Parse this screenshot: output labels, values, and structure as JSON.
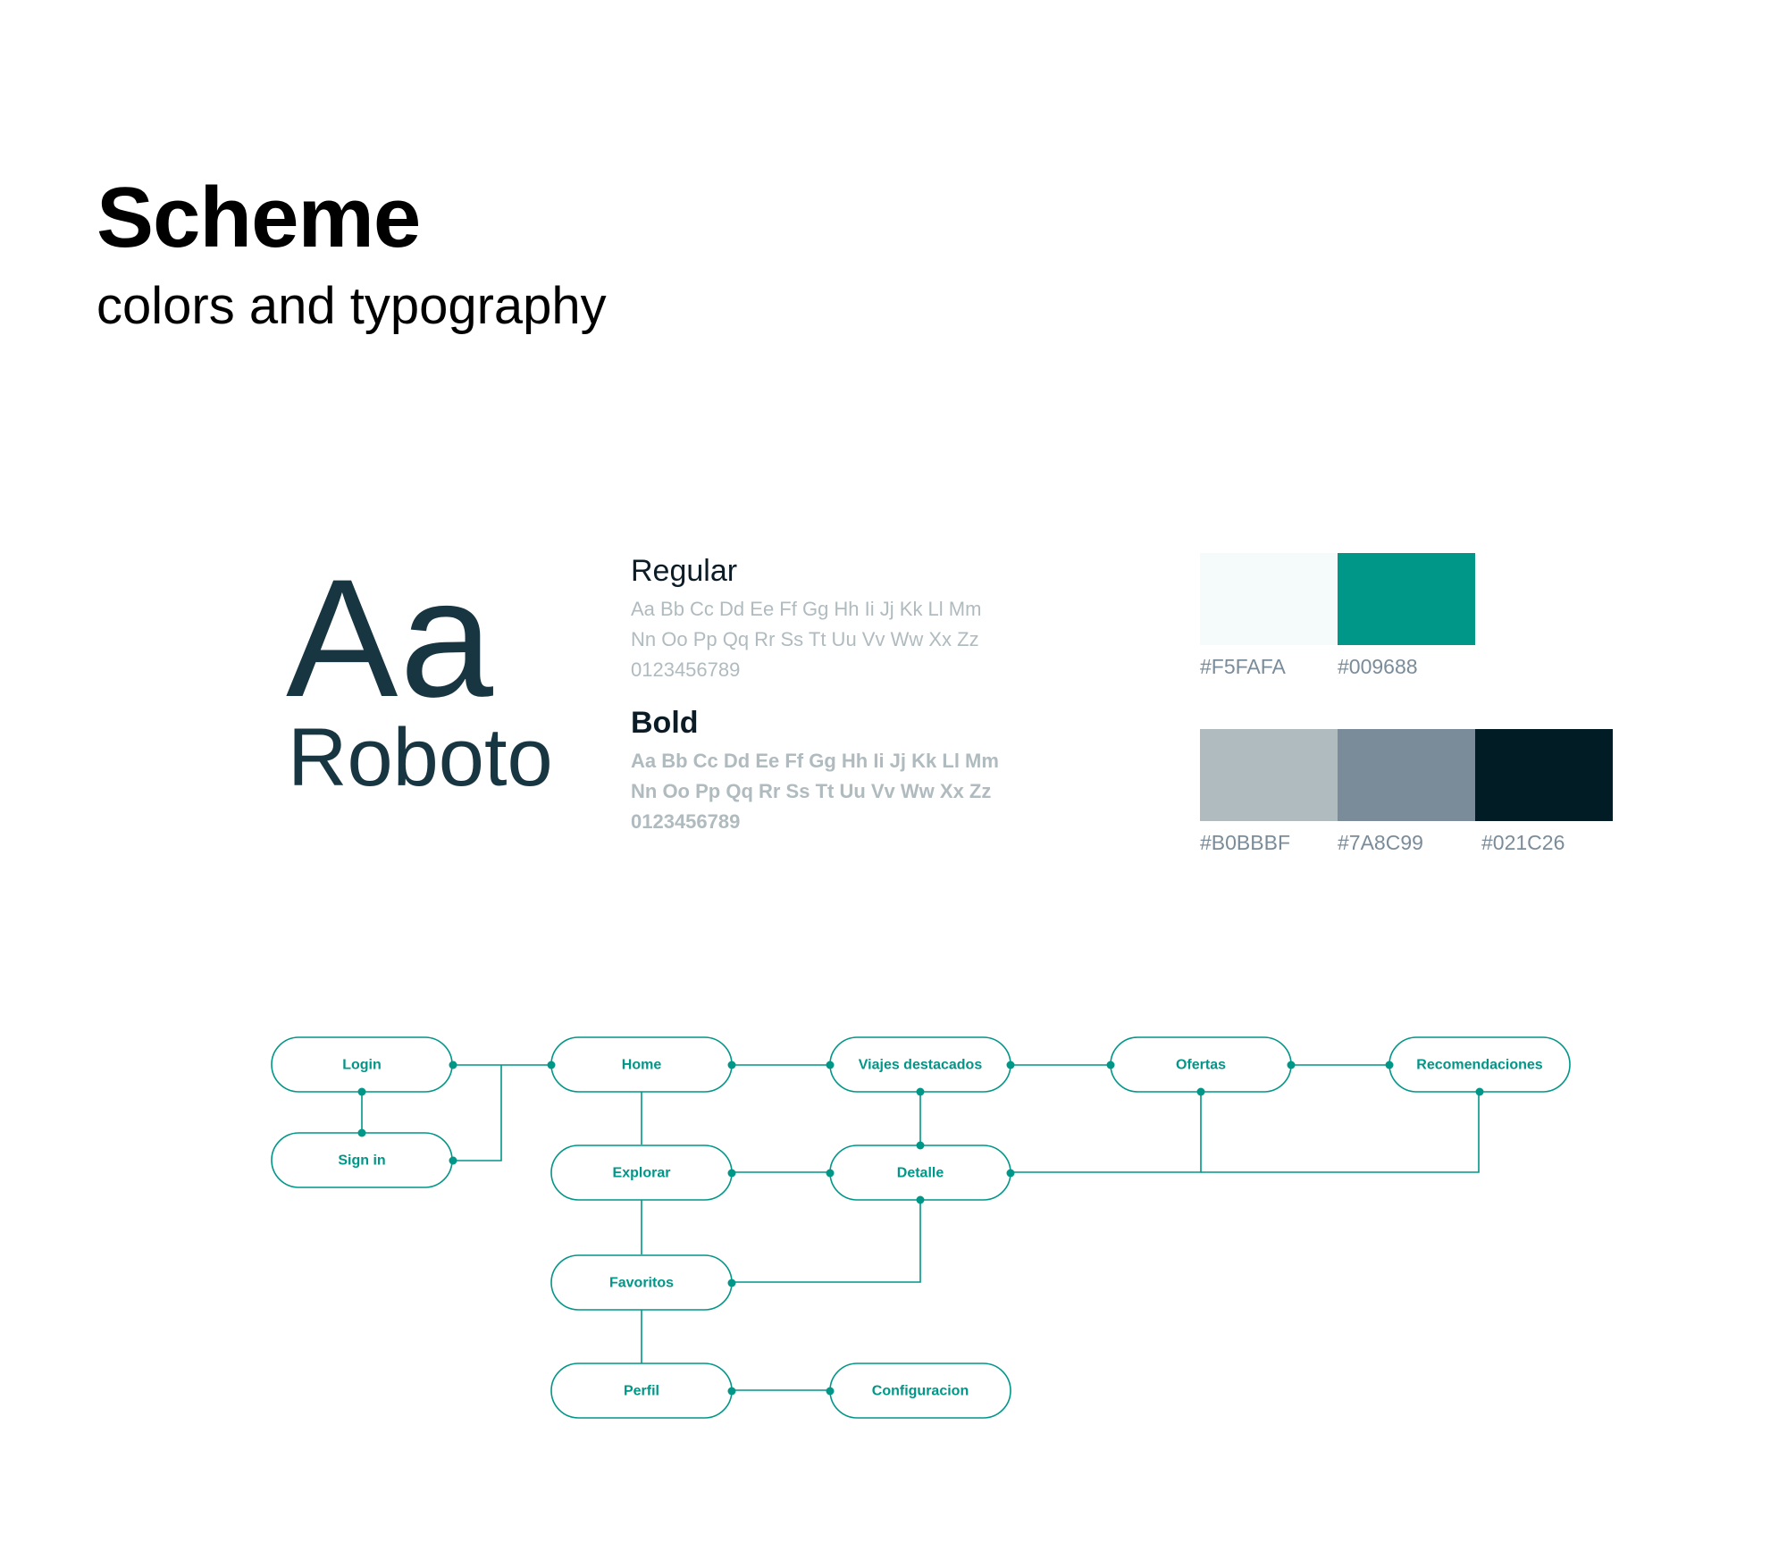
{
  "header": {
    "title": "Scheme",
    "subtitle": "colors and typography"
  },
  "typography": {
    "sample_glyphs": "Aa",
    "font_name": "Roboto",
    "styles": [
      {
        "label": "Regular",
        "lines": [
          "Aa Bb Cc Dd Ee Ff Gg Hh Ii Jj Kk Ll Mm",
          "Nn Oo Pp Qq Rr Ss Tt Uu Vv Ww Xx Zz",
          "0123456789"
        ]
      },
      {
        "label": "Bold",
        "lines": [
          "Aa Bb Cc Dd Ee Ff Gg Hh Ii Jj Kk Ll Mm",
          "Nn Oo Pp Qq Rr Ss Tt Uu Vv Ww Xx Zz",
          "0123456789"
        ]
      }
    ]
  },
  "palette": {
    "row1": [
      {
        "hex": "#F5FAFA",
        "color": "#F5FAFA"
      },
      {
        "hex": "#009688",
        "color": "#009688"
      }
    ],
    "row2": [
      {
        "hex": "#B0BBBF",
        "color": "#B0BBBF"
      },
      {
        "hex": "#7A8C99",
        "color": "#7A8C99"
      },
      {
        "hex": "#021C26",
        "color": "#021C26"
      }
    ]
  },
  "flow": {
    "accent": "#009688",
    "nodes": {
      "login": "Login",
      "signin": "Sign in",
      "home": "Home",
      "viajes": "Viajes destacados",
      "ofertas": "Ofertas",
      "recomendaciones": "Recomendaciones",
      "explorar": "Explorar",
      "detalle": "Detalle",
      "favoritos": "Favoritos",
      "perfil": "Perfil",
      "configuracion": "Configuracion"
    },
    "edges": [
      [
        "login",
        "signin"
      ],
      [
        "login",
        "home"
      ],
      [
        "signin",
        "home"
      ],
      [
        "home",
        "viajes"
      ],
      [
        "viajes",
        "ofertas"
      ],
      [
        "ofertas",
        "recomendaciones"
      ],
      [
        "home",
        "explorar"
      ],
      [
        "explorar",
        "favoritos"
      ],
      [
        "favoritos",
        "perfil"
      ],
      [
        "explorar",
        "detalle"
      ],
      [
        "viajes",
        "detalle"
      ],
      [
        "detalle",
        "ofertas"
      ],
      [
        "detalle",
        "recomendaciones"
      ],
      [
        "favoritos",
        "detalle"
      ],
      [
        "perfil",
        "configuracion"
      ]
    ]
  }
}
